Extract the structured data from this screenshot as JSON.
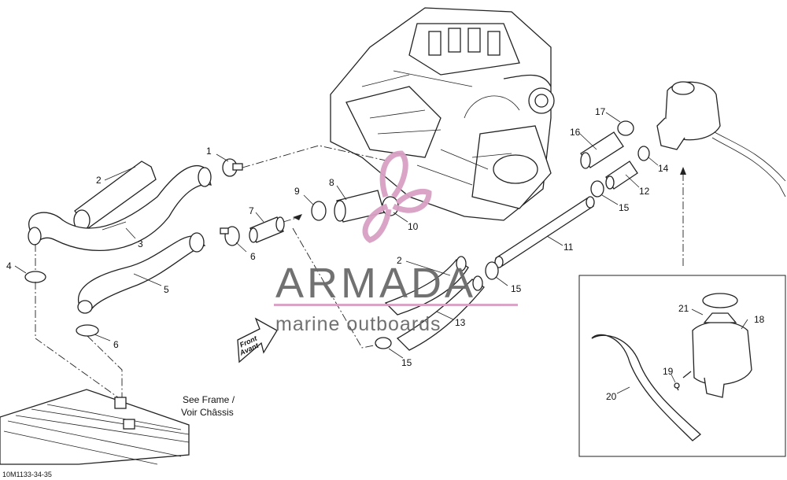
{
  "callouts": {
    "c1": "1",
    "c2a": "2",
    "c2b": "2",
    "c3": "3",
    "c4": "4",
    "c5": "5",
    "c6a": "6",
    "c6b": "6",
    "c7": "7",
    "c8": "8",
    "c9": "9",
    "c10": "10",
    "c11": "11",
    "c12": "12",
    "c13": "13",
    "c14": "14",
    "c15a": "15",
    "c15b": "15",
    "c15c": "15",
    "c16": "16",
    "c17": "17",
    "c18": "18",
    "c19": "19",
    "c20": "20",
    "c21": "21"
  },
  "notes": {
    "frame_line1": "See Frame /",
    "frame_line2": "Voir Châssis",
    "front_line1": "Front",
    "front_line2": "Avant"
  },
  "watermark": {
    "brand": "ARMADA",
    "tagline": "marine outboards",
    "color": "#d9a0c4"
  },
  "drawing_code": "10M1133-34-35"
}
